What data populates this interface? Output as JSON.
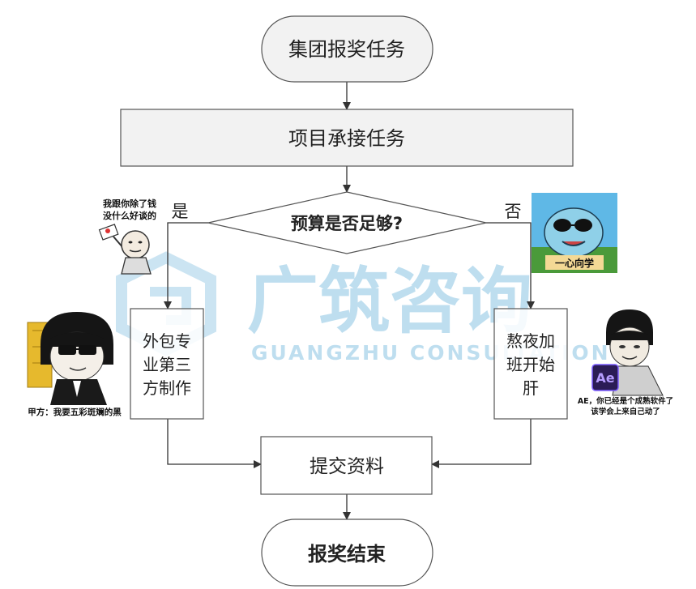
{
  "flow": {
    "start": "集团报奖任务",
    "step1": "项目承接任务",
    "decision": "预算是否足够?",
    "yes_label": "是",
    "no_label": "否",
    "outsource_lines": [
      "外包专",
      "业第三",
      "方制作"
    ],
    "overtime_lines": [
      "熬夜加",
      "班开始",
      "肝"
    ],
    "submit": "提交资料",
    "end": "报奖结束"
  },
  "memes": {
    "top_left_caption": [
      "我跟你除了钱",
      "没什么好谈的"
    ],
    "top_right_caption": "一心向学",
    "mid_left_caption": "甲方：我要五彩斑斓的黑",
    "mid_right_badge": "Ae",
    "mid_right_caption": [
      "AE，你已经是个成熟软件了",
      "该学会上来自己动了"
    ]
  },
  "watermark": {
    "title": "广筑咨询",
    "subtitle": "GUANGZHU CONSULTATION"
  },
  "colors": {
    "node_fill": "#f2f2f2",
    "node_stroke": "#555555",
    "arrow": "#333333",
    "watermark": "#a9d3ea",
    "ae_purple": "#2b1c56",
    "ae_text": "#b59cff",
    "sky": "#5fb8e6",
    "grass": "#4a9a3a"
  }
}
